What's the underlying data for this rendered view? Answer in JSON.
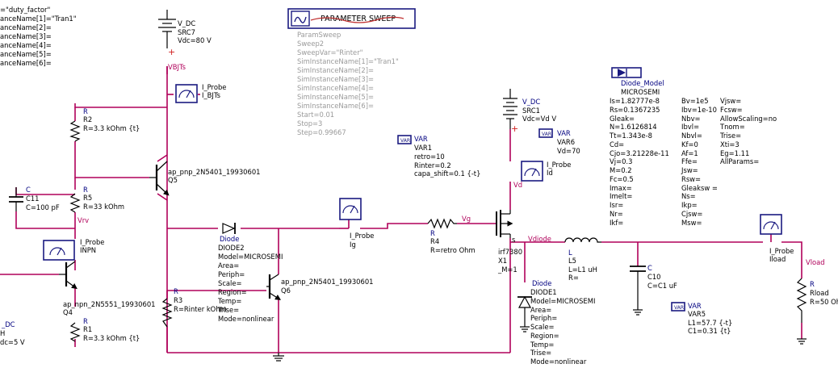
{
  "sweep_panel": {
    "title": "PARAMETER SWEEP",
    "lines": [
      "ParamSweep",
      "Sweep2",
      "SweepVar=\"Rinter\"",
      "SimInstanceName[1]=\"Tran1\"",
      "SimInstanceName[2]=",
      "SimInstanceName[3]=",
      "SimInstanceName[4]=",
      "SimInstanceName[5]=",
      "SimInstanceName[6]=",
      "Start=0.01",
      "Stop=3",
      "Step=0.99667"
    ]
  },
  "left_partial": {
    "lines": [
      "=\"duty_factor\"",
      "anceName[1]=\"Tran1\"",
      "anceName[2]=",
      "anceName[3]=",
      "anceName[4]=",
      "anceName[5]=",
      "anceName[6]="
    ]
  },
  "src7": {
    "type": "V_DC",
    "name": "SRC7",
    "param": "Vdc=80 V"
  },
  "src1": {
    "type": "V_DC",
    "name": "SRC1",
    "param": "Vdc=Vd V"
  },
  "src_left": {
    "type": "_DC",
    "name": "H",
    "param": "dc=5 V"
  },
  "nets": {
    "vbjts": "VBJTs",
    "vd": "Vd",
    "vg": "Vg",
    "vdiode": "Vdiode",
    "vload": "Vload",
    "vrv": "Vrv"
  },
  "probes": {
    "bjts": {
      "type": "I_Probe",
      "name": "I_BJTs"
    },
    "inpn": {
      "type": "I_Probe",
      "name": "INPN"
    },
    "ig": {
      "type": "I_Probe",
      "name": "Ig"
    },
    "id": {
      "type": "I_Probe",
      "name": "Id"
    },
    "iload": {
      "type": "I_Probe",
      "name": "Iload"
    }
  },
  "r2": {
    "type": "R",
    "name": "R2",
    "param": "R=3.3 kOhm {t}"
  },
  "r5": {
    "type": "R",
    "name": "R5",
    "param": "R=33 kOhm"
  },
  "r3": {
    "type": "R",
    "name": "R3",
    "param": "R=Rinter kOhm"
  },
  "r1": {
    "type": "R",
    "name": "R1",
    "param": "R=3.3 kOhm {t}"
  },
  "r4": {
    "type": "R",
    "name": "R4",
    "param": "R=retro Ohm"
  },
  "rload": {
    "type": "R",
    "name": "Rload",
    "param": "R=50 Oh"
  },
  "c11": {
    "type": "C",
    "name": "C11",
    "param": "C=100 pF"
  },
  "c10": {
    "type": "C",
    "name": "C10",
    "param": "C=C1 uF"
  },
  "l5": {
    "type": "L",
    "name": "L5",
    "param": "L=L1 uH",
    "extra": "R="
  },
  "q5": {
    "model": "ap_pnp_2N5401_19930601",
    "name": "Q5"
  },
  "q6": {
    "model": "ap_pnp_2N5401_19930601",
    "name": "Q6"
  },
  "q4": {
    "model": "ap_npn_2N5551_19930601",
    "name": "Q4"
  },
  "x1": {
    "model": "irf7380",
    "name": "X1",
    "sub": "_M=1",
    "pin": "s"
  },
  "diode2": {
    "type": "Diode",
    "name": "DIODE2",
    "lines": [
      "Model=MICROSEMI",
      "Area=",
      "Periph=",
      "Scale=",
      "Region=",
      "Temp=",
      "Trise=",
      "Mode=nonlinear"
    ]
  },
  "diode1": {
    "type": "Diode",
    "name": "DIODE1",
    "lines": [
      "Model=MICROSEMI",
      "Area=",
      "Periph=",
      "Scale=",
      "Region=",
      "Temp=",
      "Trise=",
      "Mode=nonlinear"
    ]
  },
  "var1": {
    "type": "VAR",
    "name": "VAR1",
    "lines": [
      "retro=10",
      "Rinter=0.2",
      "capa_shift=0.1 {-t}"
    ]
  },
  "var6": {
    "type": "VAR",
    "name": "VAR6",
    "lines": [
      "Vd=70"
    ]
  },
  "var5": {
    "type": "VAR",
    "name": "VAR5",
    "lines": [
      "L1=57.7 {-t}",
      "C1=0.31 {t}"
    ]
  },
  "diode_model": {
    "type": "Diode_Model",
    "name": "MICROSEMI",
    "col1": [
      "Is=1.82777e-8",
      "Rs=0.1367235",
      "Gleak=",
      "N=1.6126814",
      "Tt=1.343e-8",
      "Cd=",
      "Cjo=3.21228e-11",
      "Vj=0.3",
      "M=0.2",
      "Fc=0.5",
      "Imax=",
      "Imelt=",
      "Isr=",
      "Nr=",
      "Ikf="
    ],
    "col2": [
      "Bv=1e5",
      "Ibv=1e-10",
      "Nbv=",
      "Ibvl=",
      "Nbvl=",
      "Kf=0",
      "Af=1",
      "Ffe=",
      "Jsw=",
      "Rsw=",
      "Gleaksw =",
      "Ns=",
      "Ikp=",
      "Cjsw=",
      "Msw="
    ],
    "col3": [
      "Vjsw=",
      "Fcsw=",
      "AllowScaling=no",
      "Tnom=",
      "Trise=",
      "Xti=3",
      "Eg=1.11",
      "AllParams="
    ]
  }
}
